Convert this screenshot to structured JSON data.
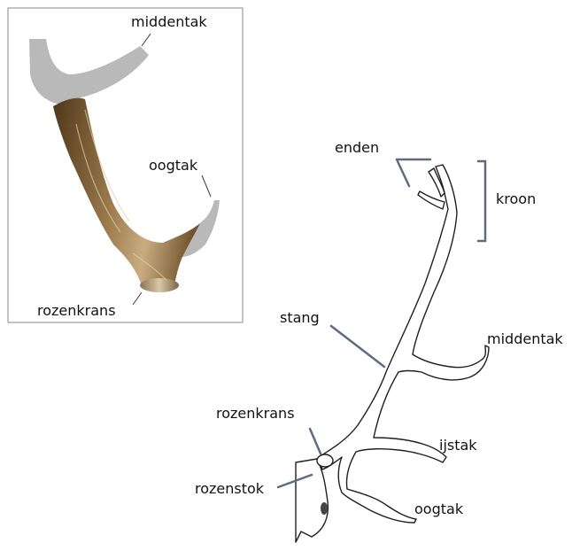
{
  "photo_labels": {
    "middentak": "middentak",
    "oogtak": "oogtak",
    "rozenkrans": "rozenkrans"
  },
  "drawing_labels": {
    "enden": "enden",
    "kroon": "kroon",
    "stang": "stang",
    "middentak": "middentak",
    "rozenkrans": "rozenkrans",
    "ijstak": "ijstak",
    "rozenstok": "rozenstok",
    "oogtak": "oogtak"
  },
  "colors": {
    "pointer": "#5f6b82",
    "antler_tip_grey": "#b9b9b9",
    "antler_brown": "#7a5a32"
  }
}
